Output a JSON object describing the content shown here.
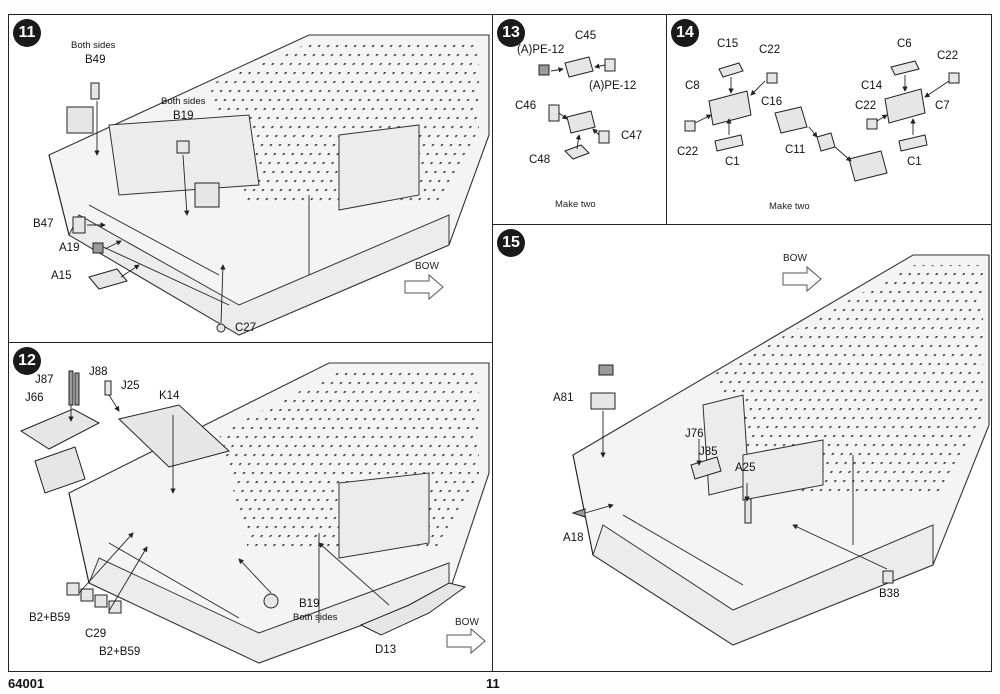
{
  "steps": {
    "s11": {
      "number": "11",
      "labels": {
        "both_sides_1": "Both sides",
        "b49": "B49",
        "both_sides_2": "Both sides",
        "b19": "B19",
        "b47": "B47",
        "a19": "A19",
        "a15": "A15",
        "c27": "C27"
      },
      "bow": "BOW"
    },
    "s12": {
      "number": "12",
      "labels": {
        "j88": "J88",
        "j87": "J87",
        "j25": "J25",
        "j66": "J66",
        "k14": "K14",
        "b2b59_1": "B2+B59",
        "c29": "C29",
        "b2b59_2": "B2+B59",
        "b19": "B19",
        "both_sides": "Both sides",
        "d13": "D13"
      },
      "bow": "BOW"
    },
    "s13": {
      "number": "13",
      "labels": {
        "c45": "C45",
        "ape12_1": "(A)PE-12",
        "ape12_2": "(A)PE-12",
        "c46": "C46",
        "c47": "C47",
        "c48": "C48"
      },
      "note": "Make two"
    },
    "s14": {
      "number": "14",
      "labels": {
        "c15": "C15",
        "c22_1": "C22",
        "c8": "C8",
        "c16": "C16",
        "c22_2": "C22",
        "c1_1": "C1",
        "c11": "C11",
        "c6": "C6",
        "c22_3": "C22",
        "c14": "C14",
        "c22_4": "C22",
        "c7": "C7",
        "c1_2": "C1"
      },
      "note": "Make two"
    },
    "s15": {
      "number": "15",
      "labels": {
        "a81": "A81",
        "j76": "J76",
        "j85": "J85",
        "a25": "A25",
        "a18": "A18",
        "b38": "B38"
      },
      "bow": "BOW"
    }
  },
  "footer": {
    "code": "64001",
    "page": "11"
  }
}
